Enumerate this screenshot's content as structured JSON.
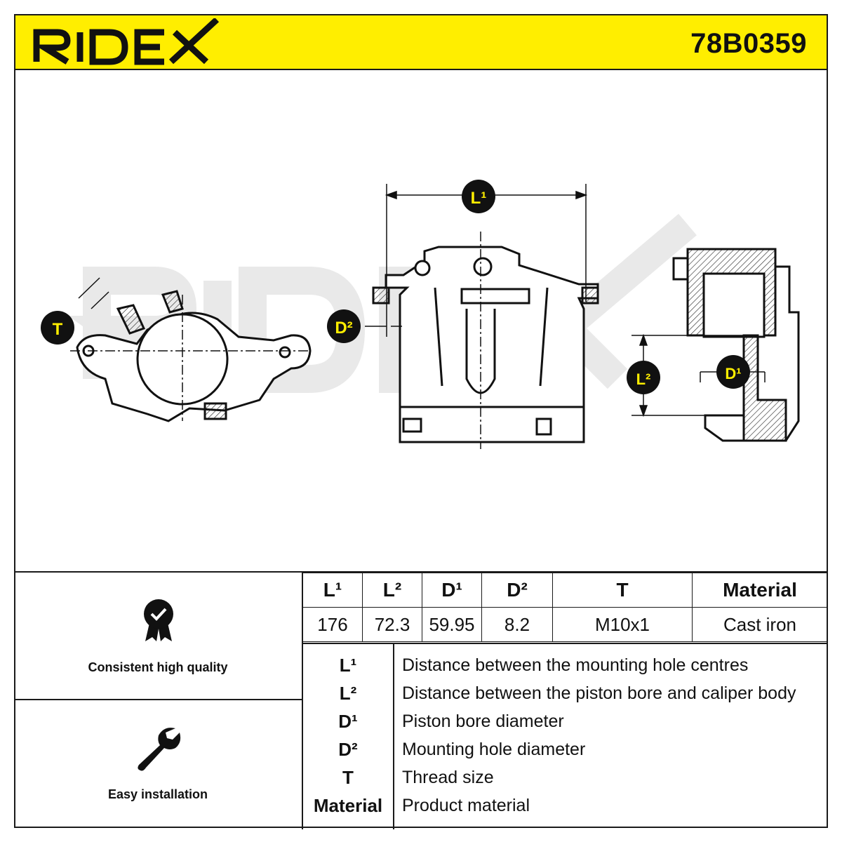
{
  "header": {
    "brand": "RIDEX",
    "part_number": "78B0359",
    "color": "#ffee00"
  },
  "drawing": {
    "watermark": "RIDEX",
    "callouts": {
      "l1": "L¹",
      "l2": "L²",
      "d1": "D¹",
      "d2": "D²",
      "t": "T"
    }
  },
  "features": [
    {
      "label": "Consistent high quality",
      "icon": "quality-badge-icon"
    },
    {
      "label": "Easy installation",
      "icon": "wrench-icon"
    }
  ],
  "spec_table": {
    "headers": [
      "L¹",
      "L²",
      "D¹",
      "D²",
      "T",
      "Material"
    ],
    "values": [
      "176",
      "72.3",
      "59.95",
      "8.2",
      "M10x1",
      "Cast iron"
    ]
  },
  "legend": [
    {
      "key": "L¹",
      "text": "Distance between the mounting hole centres"
    },
    {
      "key": "L²",
      "text": "Distance between the piston bore and caliper body"
    },
    {
      "key": "D¹",
      "text": "Piston bore diameter"
    },
    {
      "key": "D²",
      "text": "Mounting hole diameter"
    },
    {
      "key": "T",
      "text": "Thread size"
    },
    {
      "key": "Material",
      "text": "Product material"
    }
  ]
}
